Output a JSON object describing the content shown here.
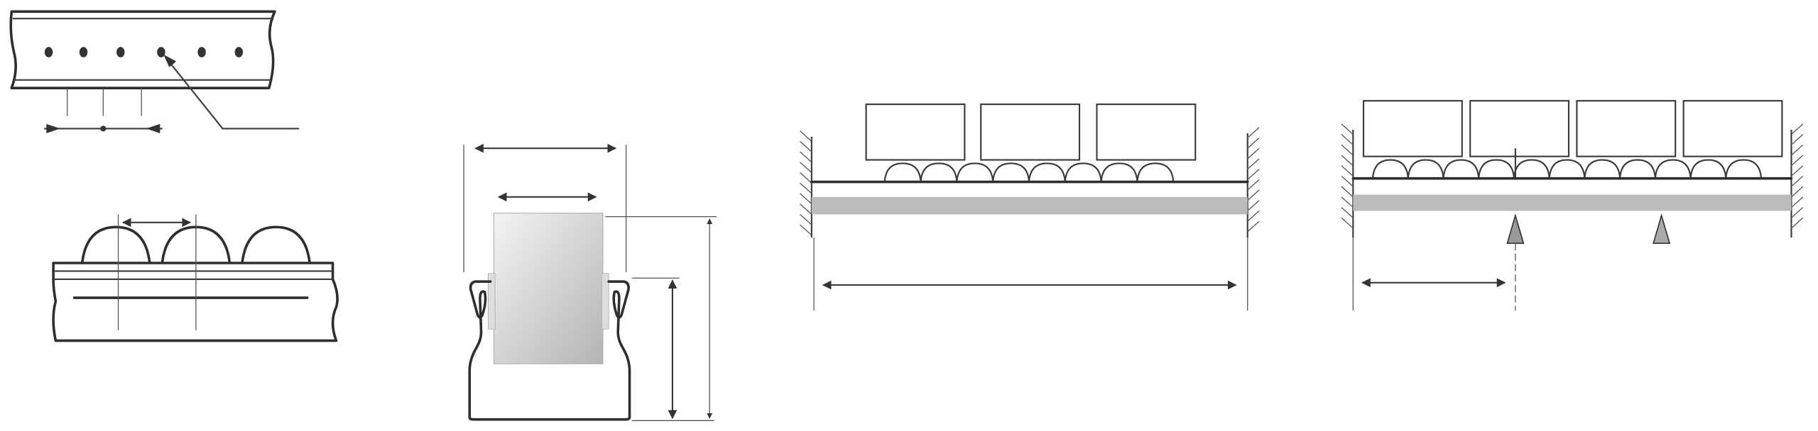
{
  "colors": {
    "line": "#2e2e2e",
    "beam_fill": "#bbbbbb",
    "roller_gradient_start": "#f4f4f4",
    "roller_gradient_end": "#b4b4b4"
  },
  "figures": {
    "rail_holes": 6,
    "rail_profile_domes": 3,
    "conveyor_a": {
      "load_boxes": 3,
      "rollers": 8
    },
    "conveyor_b": {
      "load_boxes": 4,
      "rollers": 11,
      "supports": 2
    }
  }
}
